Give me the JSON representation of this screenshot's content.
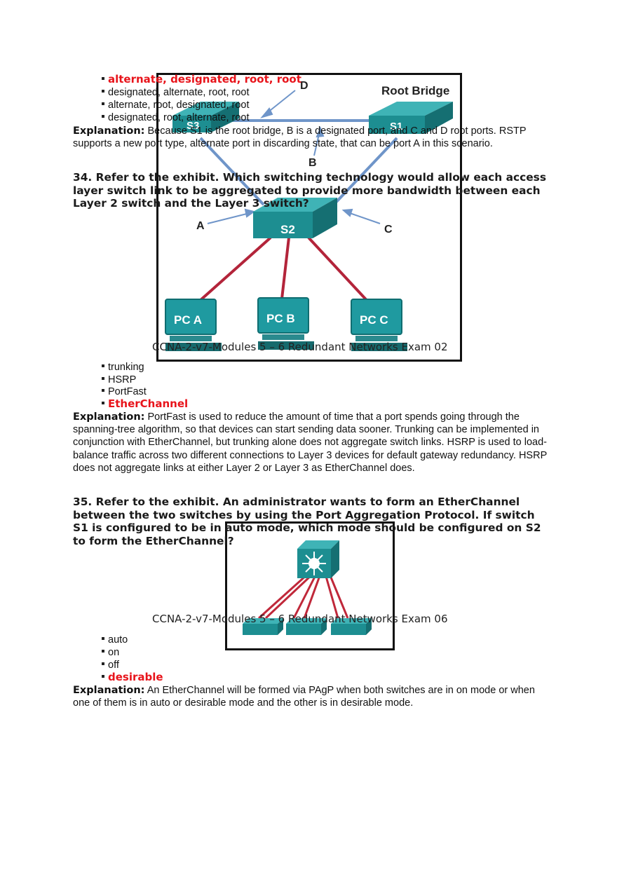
{
  "q33": {
    "options": [
      {
        "text": "alternate, designated, root, root",
        "correct": true
      },
      {
        "text": "designated, alternate, root, root",
        "correct": false
      },
      {
        "text": "alternate, root, designated, root",
        "correct": false
      },
      {
        "text": "designated, root, alternate, root",
        "correct": false
      }
    ],
    "explanation_label": "Explanation:",
    "explanation_text": " Because S1 is the root bridge, B is a designated port, and C and D root ports. RSTP supports a new port type, alternate port in discarding state, that can be port A in this scenario."
  },
  "exhibit1": {
    "root_bridge_label": "Root Bridge",
    "switch_s3": "S3",
    "switch_s1": "S1",
    "switch_s2": "S2",
    "port_a": "A",
    "port_b": "B",
    "port_c": "C",
    "port_d": "D",
    "pc_a": "PC A",
    "pc_b": "PC B",
    "pc_c": "PC C",
    "caption": "CCNA-2-v7-Modules 5 – 6 Redundant Networks Exam 02",
    "colors": {
      "switch": "#1d8e91",
      "link_blue": "#6f95c9",
      "link_red": "#b3243a",
      "screen": "#1f9aa0"
    }
  },
  "q34": {
    "question": "34. Refer to the exhibit. Which switching technology would allow each access layer switch link to be aggregated to provide more bandwidth between each Layer 2 switch and the Layer 3 switch?",
    "options": [
      {
        "text": "trunking",
        "correct": false
      },
      {
        "text": "HSRP",
        "correct": false
      },
      {
        "text": "PortFast",
        "correct": false
      },
      {
        "text": "EtherChannel",
        "correct": true
      }
    ],
    "explanation_label": "Explanation:",
    "explanation_text": " PortFast is used to reduce the amount of time that a port spends going through the spanning-tree algorithm, so that devices can start sending data sooner. Trunking can be implemented in conjunction with EtherChannel, but trunking alone does not aggregate switch links. HSRP is used to load-balance traffic across two different connections to Layer 3 devices for default gateway redundancy. HSRP does not aggregate links at either Layer 2 or Layer 3 as EtherChannel does."
  },
  "exhibit2": {
    "caption": "CCNA-2-v7-Modules 5 – 6 Redundant Networks Exam 06"
  },
  "q35": {
    "question": "35. Refer to the exhibit. An administrator wants to form an EtherChannel between the two switches by using the Port Aggregation Protocol. If switch S1 is configured to be in auto mode, which mode should be configured on S2 to form the EtherChannel?",
    "options": [
      {
        "text": "auto",
        "correct": false
      },
      {
        "text": "on",
        "correct": false
      },
      {
        "text": "off",
        "correct": false
      },
      {
        "text": "desirable",
        "correct": true
      }
    ],
    "explanation_label": "Explanation:",
    "explanation_text": " An EtherChannel will be formed via PAgP when both switches are in on mode or when one of them is in auto or desirable mode and the other is in desirable mode."
  }
}
